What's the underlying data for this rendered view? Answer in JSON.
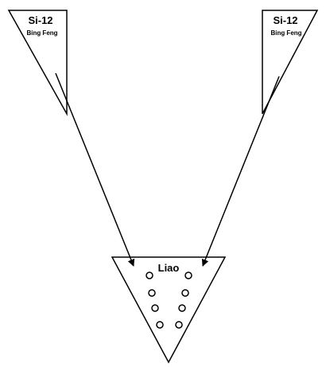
{
  "nodes": {
    "left": {
      "title": "Si-12",
      "subtitle": "Bing Feng"
    },
    "right": {
      "title": "Si-12",
      "subtitle": "Bing Feng"
    },
    "bottom": {
      "title": "Liao"
    }
  },
  "colors": {
    "stroke": "#000000",
    "background": "#ffffff"
  }
}
